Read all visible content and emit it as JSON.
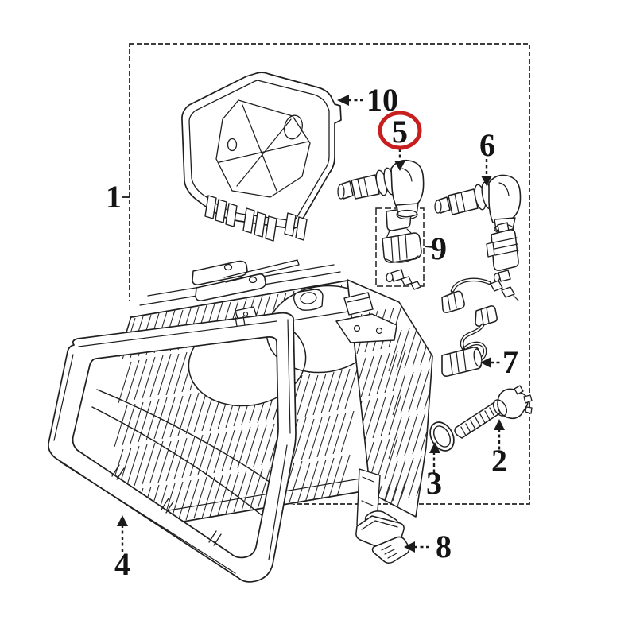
{
  "diagram": {
    "type": "exploded-parts-diagram",
    "background_color": "#ffffff",
    "line_color": "#1f1f1f",
    "highlight": {
      "callout": "5",
      "color": "#c81e1e",
      "shape": "circle"
    },
    "callouts": [
      {
        "label": "1"
      },
      {
        "label": "2"
      },
      {
        "label": "3"
      },
      {
        "label": "4"
      },
      {
        "label": "5"
      },
      {
        "label": "6"
      },
      {
        "label": "7"
      },
      {
        "label": "8"
      },
      {
        "label": "9"
      },
      {
        "label": "10"
      }
    ]
  }
}
